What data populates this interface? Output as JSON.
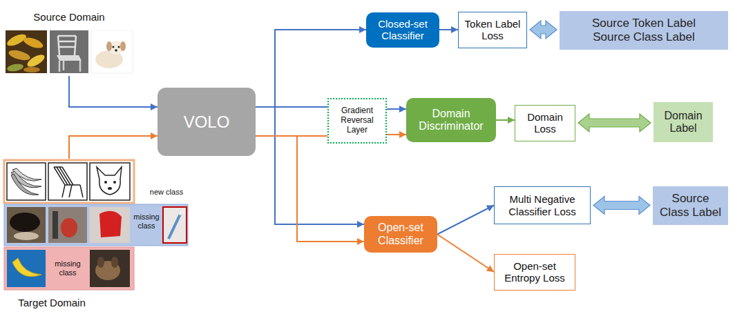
{
  "diagram": {
    "nodes": [
      {
        "text": [
          "Source Domain"
        ]
      },
      {
        "text": [
          "new class",
          "missing class",
          "missing class",
          "Target Domain"
        ]
      },
      {
        "text": [
          "VOLO"
        ]
      },
      {
        "text": [
          "Closed-set Classifier"
        ]
      },
      {
        "text": [
          "Token Label Loss"
        ]
      },
      {
        "text": [
          "Source Token Label",
          "Source Class Label"
        ]
      },
      {
        "text": [
          "Gradient Reversal Layer"
        ]
      },
      {
        "text": [
          "Domain Discriminator"
        ]
      },
      {
        "text": [
          "Domain Loss"
        ]
      },
      {
        "text": [
          "Domain Label"
        ]
      },
      {
        "text": [
          "Open-set Classifier"
        ]
      },
      {
        "text": [
          "Multi Negative Classifier Loss"
        ]
      },
      {
        "text": [
          "Source Class Label"
        ]
      },
      {
        "text": [
          "Open-set Entropy Loss"
        ]
      }
    ],
    "edges": [
      {
        "from": 0,
        "to": 2,
        "arrow": "to"
      },
      {
        "from": 1,
        "to": 2,
        "arrow": "to"
      },
      {
        "from": 2,
        "to": 3,
        "arrow": "to"
      },
      {
        "from": 2,
        "to": 6,
        "arrow": "none"
      },
      {
        "from": 2,
        "to": 6,
        "arrow": "none"
      },
      {
        "from": 6,
        "to": 7,
        "arrow": "to"
      },
      {
        "from": 6,
        "to": 7,
        "arrow": "to"
      },
      {
        "from": 2,
        "to": 10,
        "arrow": "to"
      },
      {
        "from": 2,
        "to": 10,
        "arrow": "to"
      },
      {
        "from": 3,
        "to": 4,
        "arrow": "to"
      },
      {
        "from": 4,
        "to": 5,
        "arrow": "both"
      },
      {
        "from": 7,
        "to": 8,
        "arrow": "to"
      },
      {
        "from": 8,
        "to": 9,
        "arrow": "both"
      },
      {
        "from": 10,
        "to": 11,
        "arrow": "to"
      },
      {
        "from": 10,
        "to": 13,
        "arrow": "to"
      },
      {
        "from": 11,
        "to": 12,
        "arrow": "both"
      }
    ]
  }
}
